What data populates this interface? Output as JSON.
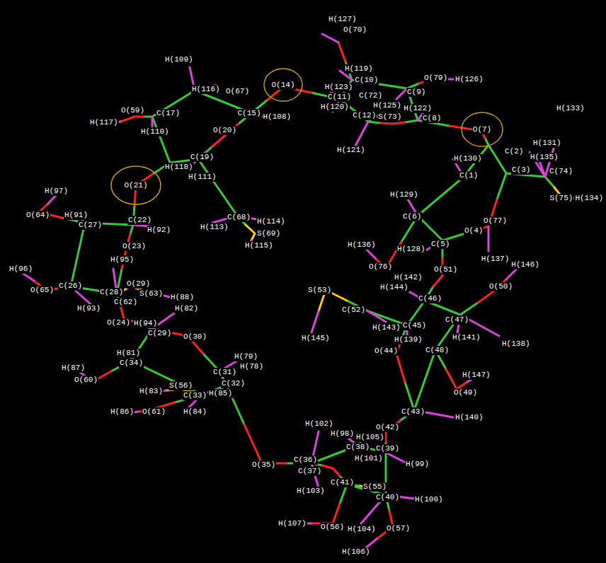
{
  "diagram": {
    "nodes": [
      {
        "text": [
          "O(14)"
        ]
      },
      {
        "text": [
          "O(7)"
        ]
      },
      {
        "text": [
          "O(21)"
        ]
      }
    ],
    "labels": [
      "H(127)",
      "O(70)",
      "H(119)",
      "C(10)",
      "O(79)",
      "H(126)",
      "H(123)",
      "C(11)",
      "C(72)",
      "C(9)",
      "H(120)",
      "H(125)",
      "C(12)",
      "S(73)",
      "H(122)",
      "C(8)",
      "H(121)",
      "C(15)",
      "H(108)",
      "O(67)",
      "H(116)",
      "H(109)",
      "O(59)",
      "C(17)",
      "H(117)",
      "H(110)",
      "H(118)",
      "C(19)",
      "H(111)",
      "O(20)",
      "H(97)",
      "O(64)",
      "H(91)",
      "C(27)",
      "C(22)",
      "H(92)",
      "H(113)",
      "C(68)",
      "H(114)",
      "S(69)",
      "H(115)",
      "O(23)",
      "H(95)",
      "H(96)",
      "O(65)",
      "C(26)",
      "C(28)",
      "O(29)",
      "S(63)",
      "C(62)",
      "H(88)",
      "H(93)",
      "O(24)",
      "H(94)",
      "H(82)",
      "C(29)",
      "O(30)",
      "H(81)",
      "C(34)",
      "H(87)",
      "O(60)",
      "H(79)",
      "H(78)",
      "C(31)",
      "C(32)",
      "H(85)",
      "S(56)",
      "C(33)",
      "H(83)",
      "H(84)",
      "H(86)",
      "O(61)",
      "O(35)",
      "C(36)",
      "C(37)",
      "H(102)",
      "H(98)",
      "H(105)",
      "C(38)",
      "H(101)",
      "C(39)",
      "H(99)",
      "H(103)",
      "C(41)",
      "S(55)",
      "C(40)",
      "H(100)",
      "H(107)",
      "O(56)",
      "H(104)",
      "O(57)",
      "H(106)",
      "O(42)",
      "C(43)",
      "H(140)",
      "O(49)",
      "H(147)",
      "C(48)",
      "O(44)",
      "H(139)",
      "H(143)",
      "C(45)",
      "H(141)",
      "H(138)",
      "C(47)",
      "C(52)",
      "S(53)",
      "H(145)",
      "C(46)",
      "H(144)",
      "H(142)",
      "O(50)",
      "H(146)",
      "O(51)",
      "C(5)",
      "H(128)",
      "O(76)",
      "H(136)",
      "C(6)",
      "H(129)",
      "O(77)",
      "O(4)",
      "H(137)",
      "C(1)",
      "H(130)",
      "C(2)",
      "C(3)",
      "H(131)",
      "H(133)",
      "H(135)",
      "C(74)",
      "S(75)",
      "H(134)"
    ]
  }
}
